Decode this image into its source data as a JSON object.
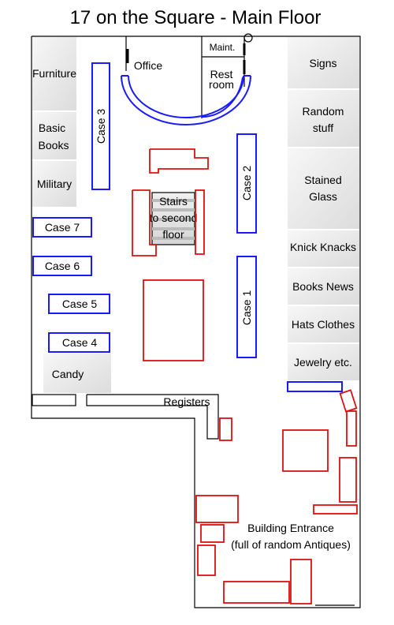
{
  "title": "17 on the Square - Main Floor",
  "rooms": {
    "office": "Office",
    "maint": "Maint.",
    "restroom": [
      "Rest",
      "room"
    ],
    "stairs": [
      "Stairs",
      "to second",
      "floor"
    ]
  },
  "left_shelves": {
    "furniture": "Furniture",
    "basic_books": [
      "Basic",
      "Books"
    ],
    "military": "Military",
    "candy": "Candy"
  },
  "right_shelves": {
    "signs": "Signs",
    "random_stuff": [
      "Random",
      "stuff"
    ],
    "stained_glass": [
      "Stained",
      "Glass"
    ],
    "knick_knacks": "Knick Knacks",
    "books_news": "Books News",
    "hats_clothes": "Hats Clothes",
    "jewelry": "Jewelry etc."
  },
  "cases": {
    "case1": "Case 1",
    "case2": "Case 2",
    "case3": "Case 3",
    "case4": "Case 4",
    "case5": "Case 5",
    "case6": "Case 6",
    "case7": "Case 7"
  },
  "registers": "Registers",
  "entrance": [
    "Building Entrance",
    "(full of random Antiques)"
  ],
  "colors": {
    "case_outline": "#1a1aff",
    "antique_outline": "#dd1111",
    "wall": "#000000",
    "shelf_fill": "#e8e8e8"
  }
}
